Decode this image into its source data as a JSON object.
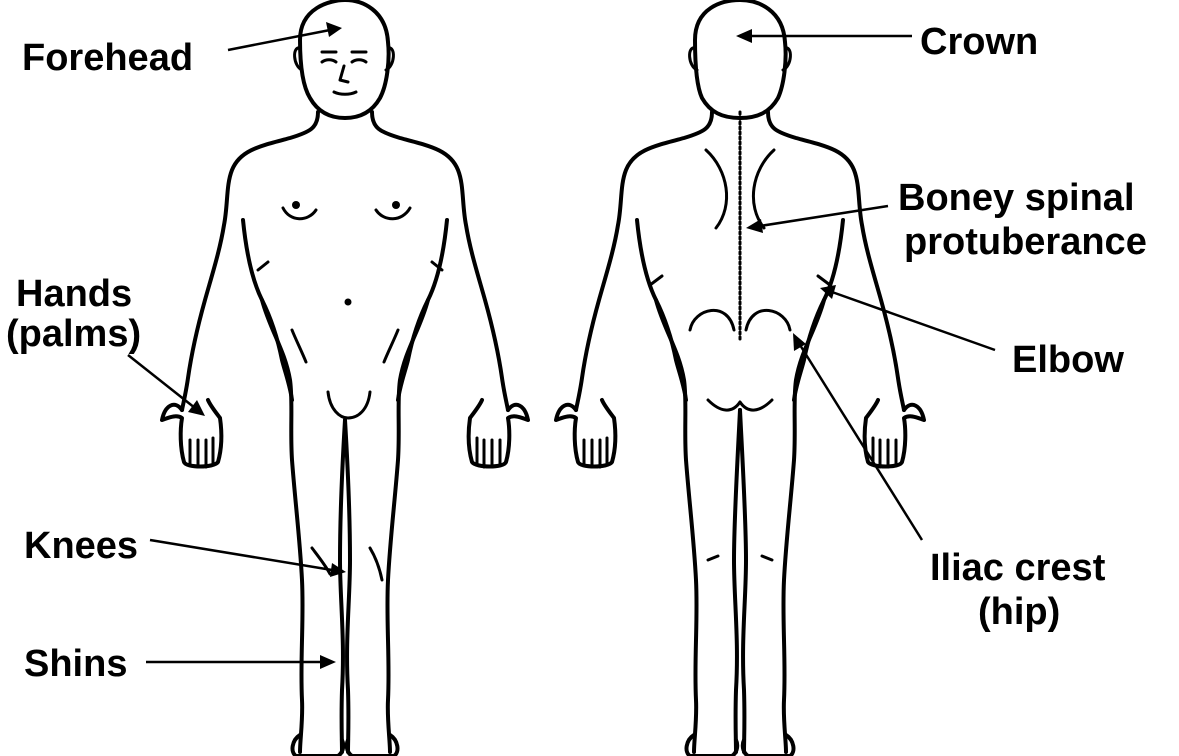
{
  "labels": {
    "forehead": "Forehead",
    "crown": "Crown",
    "hands_line1": "Hands",
    "hands_line2": "(palms)",
    "spinal_line1": "Boney spinal",
    "spinal_line2": "protuberance",
    "elbow": "Elbow",
    "knees": "Knees",
    "iliac_line1": "Iliac crest",
    "iliac_line2": "(hip)",
    "shins": "Shins"
  },
  "colors": {
    "ink": "#000000",
    "background": "#ffffff"
  }
}
